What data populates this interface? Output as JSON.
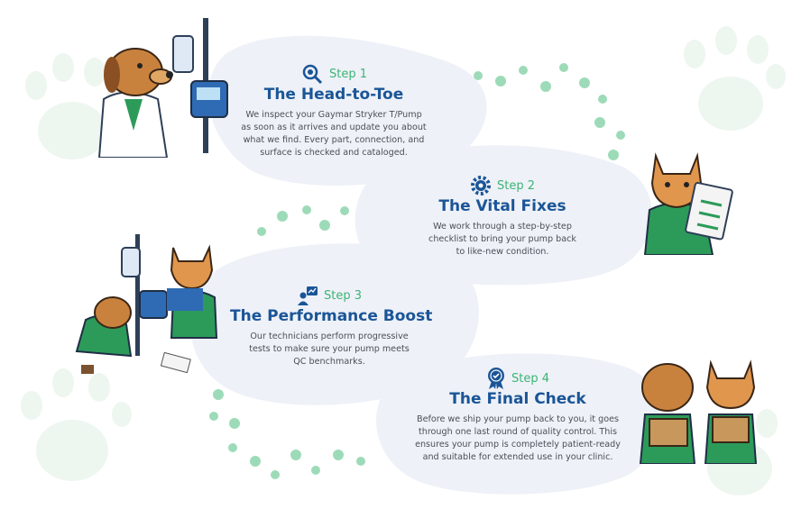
{
  "colors": {
    "title": "#1a5597",
    "step": "#3cb476",
    "body": "#4a4f57",
    "blob": "#eef1f7",
    "paw": "#9ddbb8",
    "paw_bg": "#eef6f0"
  },
  "steps": [
    {
      "label": "Step 1",
      "title": "The Head-to-Toe",
      "icon": "magnifier-gear-icon",
      "body": [
        "We inspect your Gaymar Stryker T/Pump",
        "as soon as it arrives and update you about",
        "what we find. Every part, connection, and",
        "surface is checked and cataloged."
      ]
    },
    {
      "label": "Step 2",
      "title": "The Vital Fixes",
      "icon": "gear-icon",
      "body": [
        "We work through a step-by-step",
        "checklist to bring your pump back",
        "to like-new condition."
      ]
    },
    {
      "label": "Step 3",
      "title": "The Performance Boost",
      "icon": "technician-chart-icon",
      "body": [
        "Our technicians perform progressive",
        "tests to make sure your pump meets",
        "QC benchmarks."
      ]
    },
    {
      "label": "Step 4",
      "title": "The Final Check",
      "icon": "award-badge-icon",
      "body": [
        "Before we ship your pump back to you, it goes",
        "through one last round of quality control. This",
        "ensures your pump is completely patient-ready",
        "and suitable for extended use in your clinic."
      ]
    }
  ]
}
